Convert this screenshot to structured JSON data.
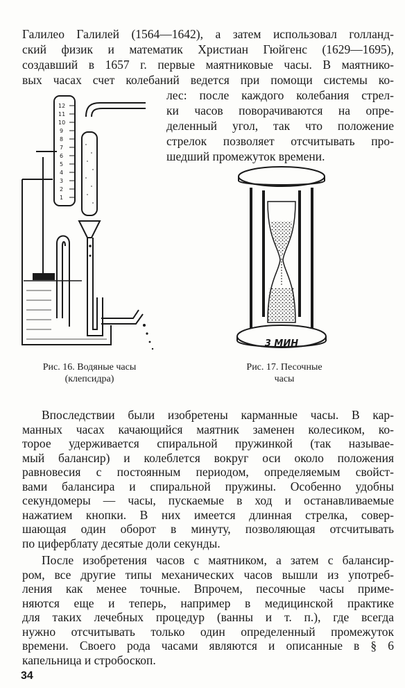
{
  "top_paragraph": {
    "lines": [
      "Галилео Галилей (1564—1642), а затем использовал голланд-",
      "ский физик и математик Христиан Гюйгенс (1629—1695),",
      "создавший в 1657 г. первые маятниковые часы. В маятнико-",
      "вых часах счет колебаний ведется при помощи системы ко-",
      "лес: после каждого колебания стрел-",
      "ки часов поворачиваются на опре-",
      "деленный угол, так что положение",
      "стрелок позволяет отсчитывать про-",
      "шедший промежуток времени."
    ]
  },
  "figure16": {
    "caption_line1": "Рис. 16. Водяные часы",
    "caption_line2": "(клепсидра)",
    "scale_labels": [
      "12",
      "11",
      "10",
      "9",
      "8",
      "7",
      "6",
      "5",
      "4",
      "3",
      "2",
      "1"
    ]
  },
  "figure17": {
    "caption_line1": "Рис. 17. Песочные",
    "caption_line2": "часы",
    "base_label": "3 МИН"
  },
  "paragraph2": {
    "lines": [
      "Впоследствии были изобретены карманные часы. В кар-",
      "манных часах качающийся маятник заменен колесиком, ко-",
      "торое удерживается спиральной пружинкой (так называе-",
      "мый балансир) и колеблется вокруг оси около положения",
      "равновесия с постоянным периодом, определяемым свойст-",
      "вами балансира и спиральной пружины. Особенно удобны",
      "секундомеры — часы, пускаемые в ход и останавливаемые",
      "нажатием кнопки. В них имеется длинная стрелка, совер-",
      "шающая один оборот в минуту, позволяющая отсчитывать",
      "по циферблату десятые доли секунды."
    ]
  },
  "paragraph3": {
    "lines": [
      "После изобретения часов с маятником, а затем с балансир-",
      "ром, все другие типы механических часов вышли из употреб-",
      "ления как менее точные. Впрочем, песочные часы приме-",
      "няются еще и теперь, например в медицинской практике",
      "для таких лечебных процедур (ванны и т. п.), где всегда",
      "нужно отсчитывать только один определенный промежуток",
      "времени. Своего рода часами являются и описанные в § 6",
      "капельница и стробоскоп."
    ]
  },
  "page_number": "34"
}
